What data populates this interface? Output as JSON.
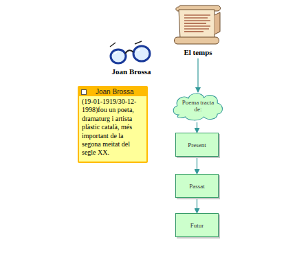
{
  "diagram": {
    "nodes": [
      {
        "text": [
          "El temps"
        ]
      },
      {
        "text": [
          "Joan Brossa"
        ]
      },
      {
        "text": [
          "Joan Brossa",
          "(19-01-1919/30-12-1998)fou un poeta, dramaturg i artista plàstic català, més important de la segona meitat del segle XX."
        ]
      },
      {
        "text": [
          "Poema tracta de:"
        ]
      },
      {
        "text": [
          "Present"
        ]
      },
      {
        "text": [
          "Passat"
        ]
      },
      {
        "text": [
          "Futur"
        ]
      }
    ],
    "edges": [
      {
        "from": 0,
        "to": 3,
        "arrow": "to"
      },
      {
        "from": 3,
        "to": 4,
        "arrow": "to"
      },
      {
        "from": 4,
        "to": 5,
        "arrow": "to"
      },
      {
        "from": 5,
        "to": 6,
        "arrow": "to"
      }
    ]
  }
}
